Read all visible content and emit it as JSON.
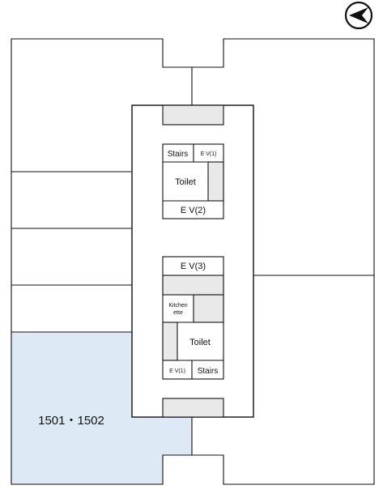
{
  "north_icon": "north-arrow-icon",
  "colors": {
    "highlight_unit": "#dde9f5",
    "wall": "#111111",
    "shaft": "#e9e9e9",
    "background": "#ffffff"
  },
  "labels": {
    "stairs_upper": "Stairs",
    "ev1_upper": "E V(1)",
    "toilet_upper": "Toilet",
    "ev2": "E V(2)",
    "ev3": "E V(3)",
    "kitchenette_line1": "Kitchen",
    "kitchenette_line2": "ette",
    "toilet_lower": "Toilet",
    "ev1_lower": "E V(1)",
    "stairs_lower": "Stairs",
    "unit": "1501・1502"
  }
}
